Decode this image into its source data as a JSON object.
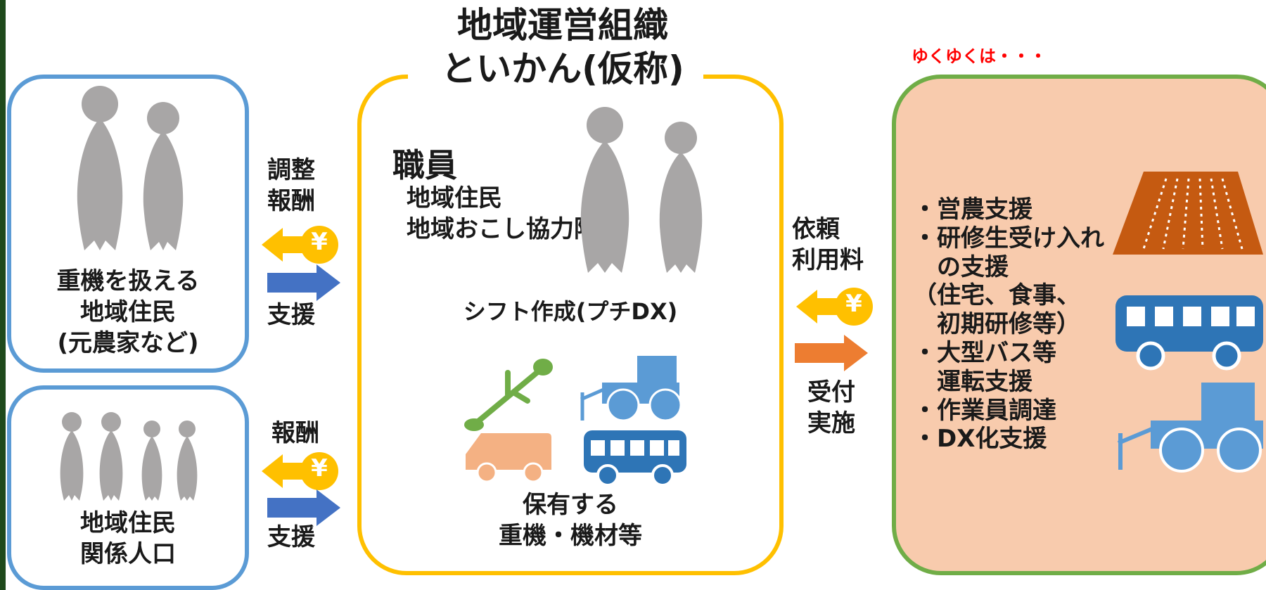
{
  "colors": {
    "blue_border": "#5b9bd5",
    "gold_border": "#ffc000",
    "green_border": "#70ad47",
    "salmon_fill": "#f8cbad",
    "person_gray": "#a8a6a6",
    "yen_yellow": "#ffc000",
    "arrow_blue": "#4472c4",
    "arrow_orange": "#ed7d31",
    "accent_red": "#ff0000"
  },
  "organization": {
    "title_line1": "地域運営組織",
    "title_line2": "といかん(仮称)",
    "staff_heading": "職員",
    "staff_line1": "地域住民",
    "staff_line2": "地域おこし協力隊",
    "shift_label": "シフト作成(プチDX)",
    "equipment_line1": "保有する",
    "equipment_line2": "重機・機材等",
    "equipment_icons": [
      "grass-trimmer-icon",
      "tractor-icon",
      "van-icon",
      "bus-icon"
    ]
  },
  "left_top": {
    "line1": "重機を扱える",
    "line2": "地域住民",
    "line3": "(元農家など)",
    "exchange_top1": "調整",
    "exchange_top2": "報酬",
    "exchange_bottom": "支援",
    "yen_symbol": "¥"
  },
  "left_bottom": {
    "line1": "地域住民",
    "line2": "関係人口",
    "exchange_top": "報酬",
    "exchange_bottom": "支援",
    "yen_symbol": "¥"
  },
  "right_exchange": {
    "top1": "依頼",
    "top2": "利用料",
    "bottom1": "受付",
    "bottom2": "実施",
    "yen_symbol": "¥"
  },
  "future": {
    "caption": "ゆくゆくは・・・",
    "items": [
      "・営農支援",
      "・研修生受け入れ",
      "　の支援",
      "（住宅、食事、",
      "　初期研修等）",
      "・大型バス等",
      "　運転支援",
      "・作業員調達",
      "・DX化支援"
    ],
    "icons": [
      "field-icon",
      "bus-icon",
      "tractor-icon"
    ]
  }
}
